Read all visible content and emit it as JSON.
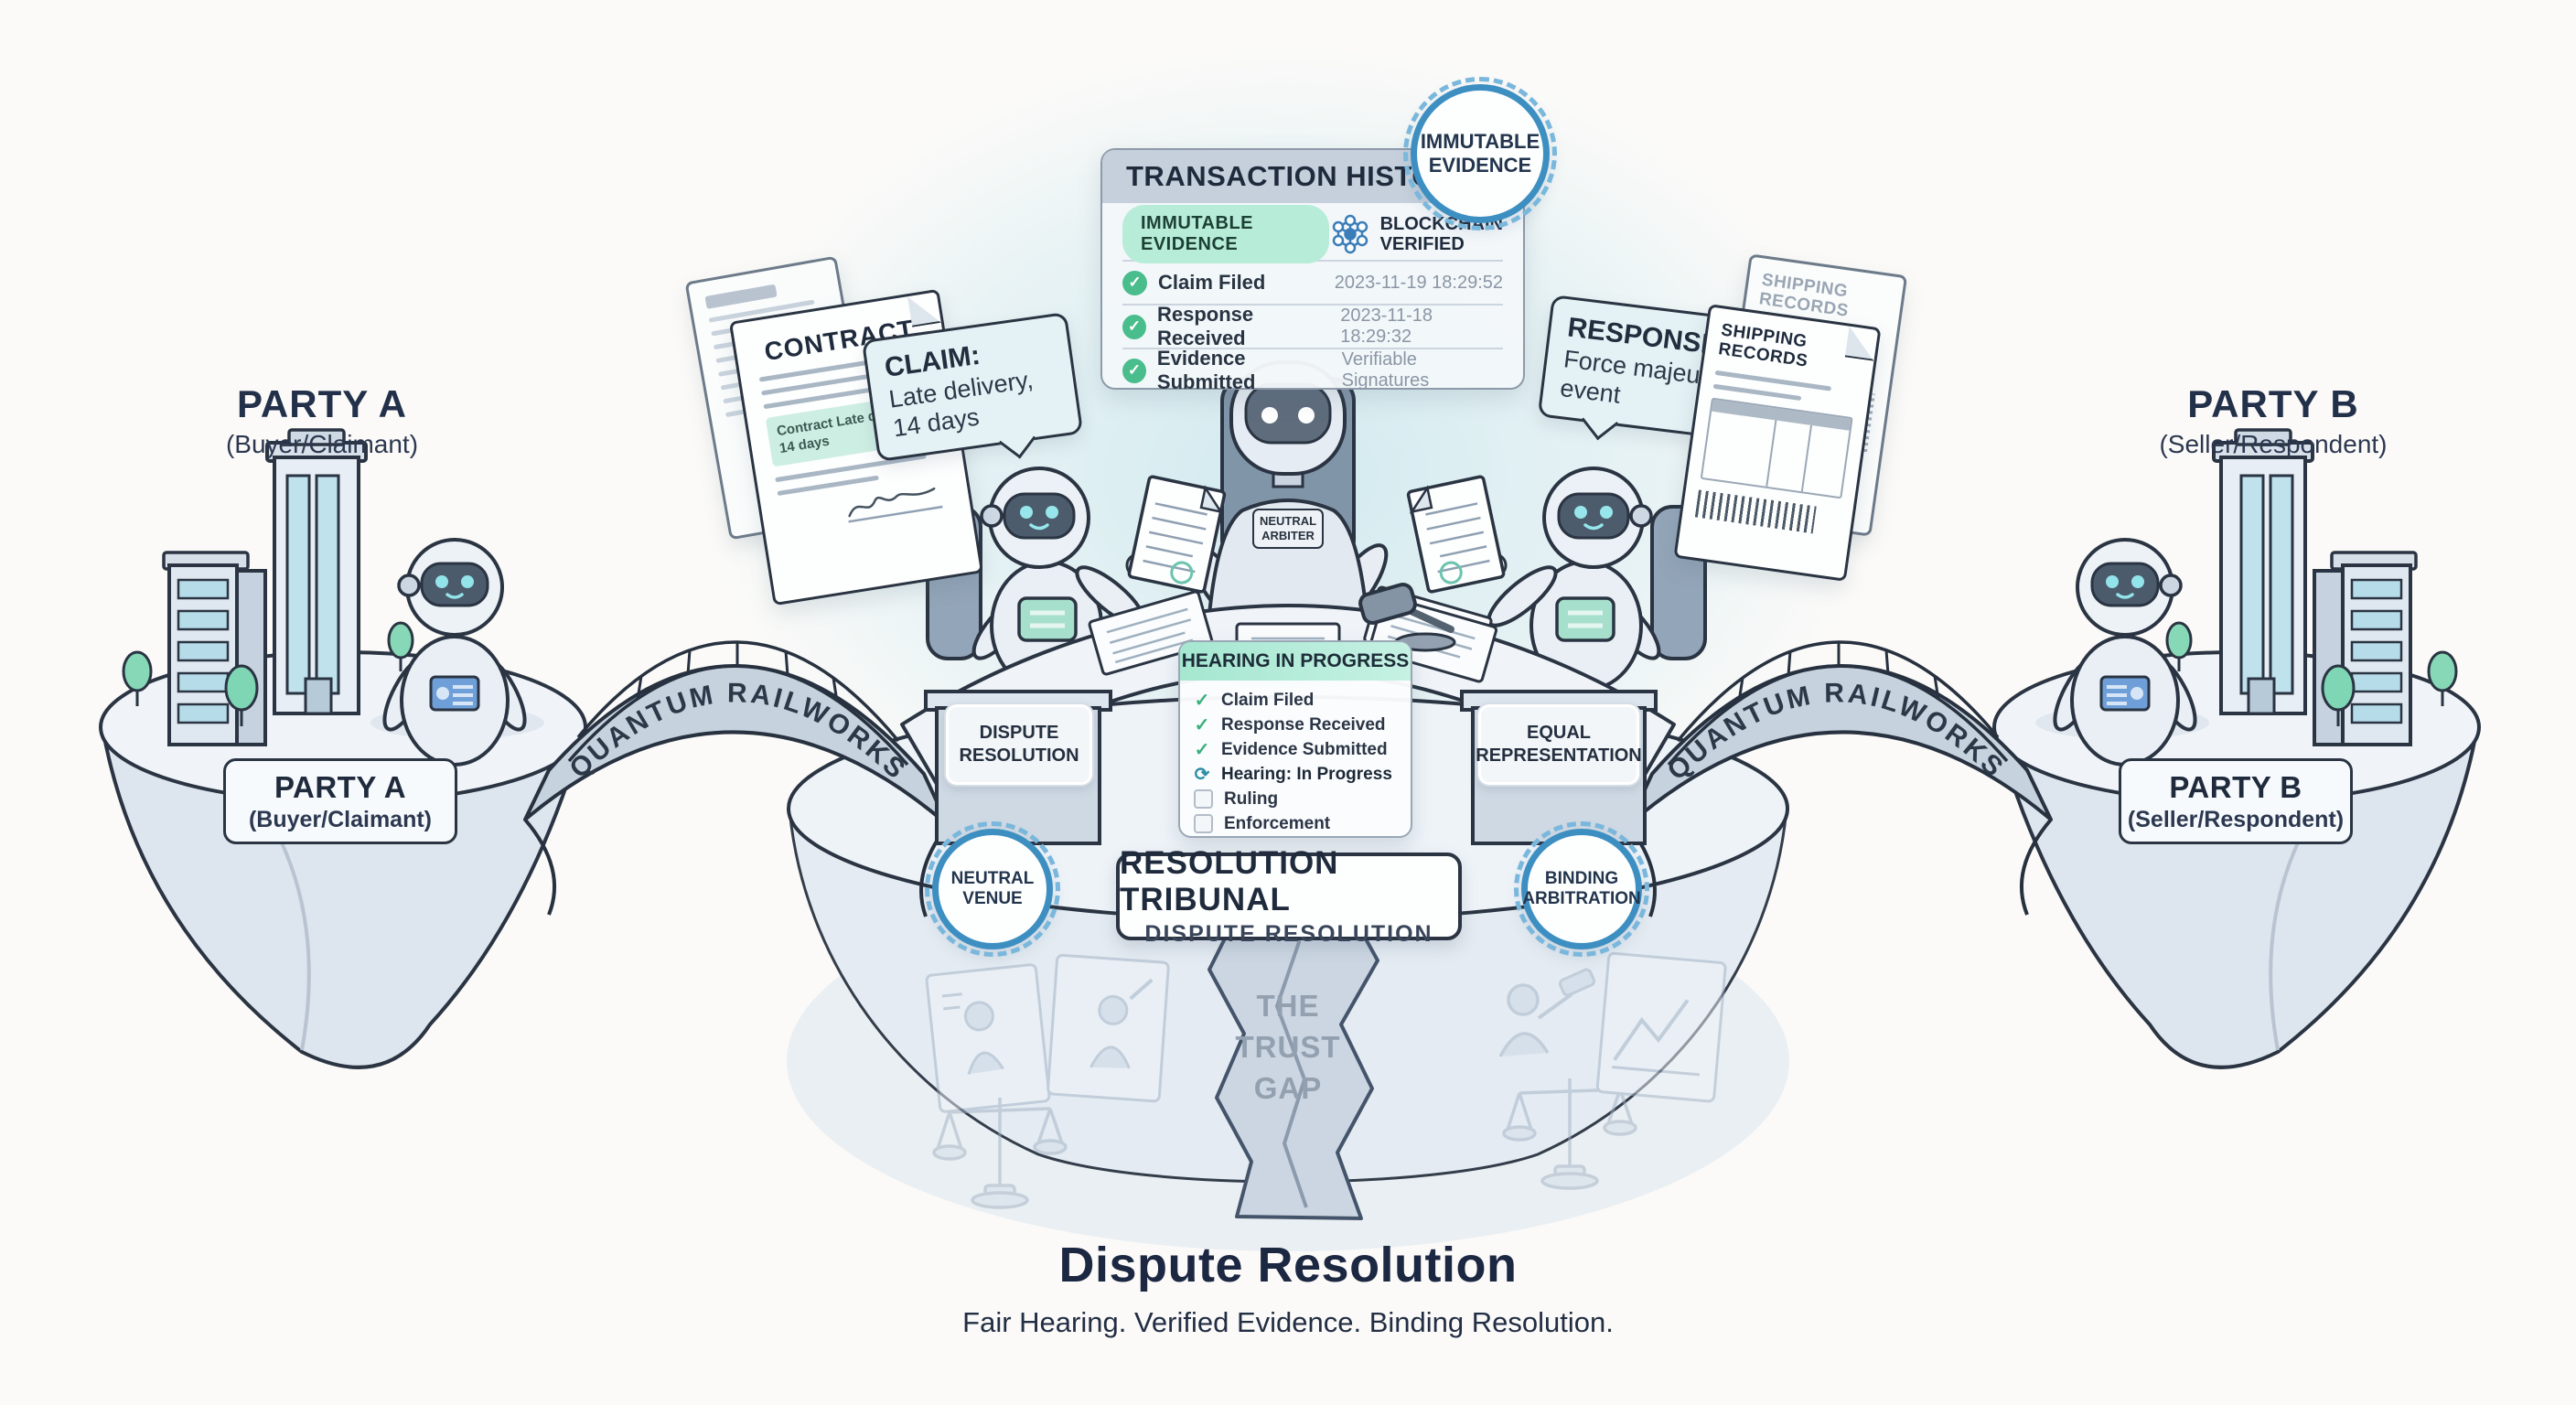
{
  "page": {
    "heading": "Dispute Resolution",
    "tagline": "Fair Hearing. Verified Evidence. Binding Resolution."
  },
  "party_a": {
    "name": "PARTY A",
    "role": "(Buyer/Claimant)"
  },
  "party_b": {
    "name": "PARTY B",
    "role": "(Seller/Respondent)"
  },
  "bridge": {
    "label_left": "QUANTUM RAILWORKS",
    "label_right": "QUANTUM RAILWORKS"
  },
  "transaction_history": {
    "title": "TRANSACTION HISTORY",
    "pill": "IMMUTABLE EVIDENCE",
    "verified_line1": "BLOCKCHAIN",
    "verified_line2": "VERIFIED",
    "rows": [
      {
        "label": "Claim Filed",
        "value": "2023-11-19 18:29:52"
      },
      {
        "label": "Response Received",
        "value": "2023-11-18 18:29:32"
      },
      {
        "label": "Evidence Submitted",
        "value": "Verifiable Signatures"
      }
    ],
    "check_glyph": "✓"
  },
  "immutable_badge": {
    "line1": "IMMUTABLE",
    "line2": "EVIDENCE"
  },
  "claim_bubble": {
    "title": "CLAIM:",
    "body": "Late delivery, 14 days"
  },
  "response_bubble": {
    "title": "RESPONSE:",
    "body": "Force majeure event"
  },
  "contract_doc": {
    "title": "CONTRACT",
    "highlight_line1": "Contract Late delivery,",
    "highlight_line2": "14 days"
  },
  "shipping_doc": {
    "title_line1": "SHIPPING",
    "title_line2": "RECORDS",
    "back_line1": "SHIPPING",
    "back_line2": "RECORDS"
  },
  "arbiter": {
    "line1": "NEUTRAL",
    "line2": "ARBITER"
  },
  "hearing": {
    "title": "HEARING IN PROGRESS",
    "check_glyph": "✓",
    "progress_glyph": "⟳",
    "items": [
      {
        "label": "Claim Filed",
        "state": "done"
      },
      {
        "label": "Response Received",
        "state": "done"
      },
      {
        "label": "Evidence Submitted",
        "state": "done"
      },
      {
        "label": "Hearing: In Progress",
        "state": "active"
      },
      {
        "label": "Ruling",
        "state": "pending"
      },
      {
        "label": "Enforcement",
        "state": "pending"
      }
    ]
  },
  "desk_plaques": {
    "left_line1": "DISPUTE",
    "left_line2": "RESOLUTION",
    "right_line1": "EQUAL",
    "right_line2": "REPRESENTATION"
  },
  "seals": {
    "neutral_venue_line1": "NEUTRAL",
    "neutral_venue_line2": "VENUE",
    "binding_line1": "BINDING",
    "binding_line2": "ARBITRATION"
  },
  "tribunal_plaque": {
    "line1": "RESOLUTION TRIBUNAL",
    "line2": "DISPUTE RESOLUTION"
  },
  "trust_gap": {
    "line1": "THE",
    "line2": "TRUST",
    "line3": "GAP"
  },
  "colors": {
    "navy_outline": "#2a3442",
    "mint": "#b7ecd8",
    "green_check": "#3cb07c",
    "badge_blue": "#3d8fc2",
    "teal_glow": "#d8edf2",
    "heading_navy": "#1c2742"
  }
}
